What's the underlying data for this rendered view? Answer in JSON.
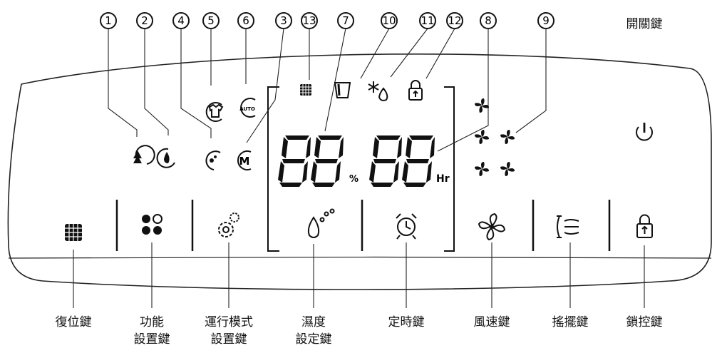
{
  "callouts": [
    "1",
    "2",
    "4",
    "5",
    "6",
    "3",
    "13",
    "7",
    "10",
    "11",
    "12",
    "8",
    "9"
  ],
  "power_label": "開關鍵",
  "display": {
    "humidity_digits": "88",
    "humidity_unit": "%",
    "timer_digits": "88",
    "timer_unit": "Hr",
    "mode_auto": "AUTO",
    "mode_m": "M"
  },
  "buttons": [
    {
      "line1": "復位鍵",
      "line2": ""
    },
    {
      "line1": "功能",
      "line2": "設置鍵"
    },
    {
      "line1": "運行模式",
      "line2": "設置鍵"
    },
    {
      "line1": "濕度",
      "line2": "設定鍵"
    },
    {
      "line1": "定時鍵",
      "line2": ""
    },
    {
      "line1": "風速鍵",
      "line2": ""
    },
    {
      "line1": "搖擺鍵",
      "line2": ""
    },
    {
      "line1": "鎖控鍵",
      "line2": ""
    }
  ]
}
